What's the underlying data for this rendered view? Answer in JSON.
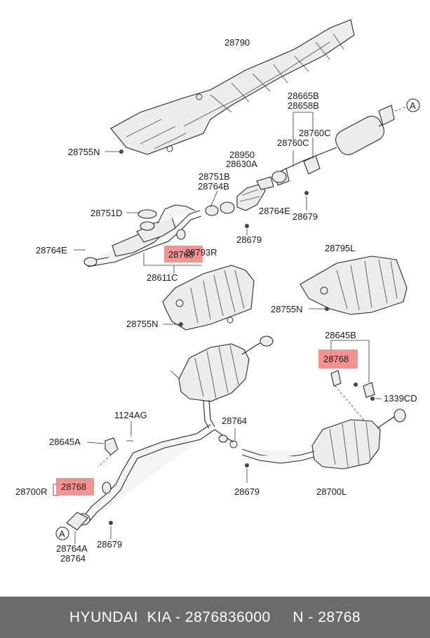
{
  "diagram": {
    "callouts": {
      "c28790": "28790",
      "c28665B": "28665B",
      "c28658B": "28658B",
      "c28760C_top": "28760C",
      "c28760C_mid": "28760C",
      "c28755N_1": "28755N",
      "c28950": "28950",
      "c28630A": "28630A",
      "c28751B": "28751B",
      "c28764B": "28764B",
      "c28751D": "28751D",
      "c28764E_1": "28764E",
      "c28679_1": "28679",
      "c28764E_2": "28764E",
      "c28679_2": "28679",
      "c28768_1": "28768",
      "c28793R": "28793R",
      "c28611C": "28611C",
      "c28795L": "28795L",
      "c28755N_2": "28755N",
      "c28755N_3": "28755N",
      "c28645B": "28645B",
      "c28768_2": "28768",
      "c1339CD": "1339CD",
      "c1124AG": "1124AG",
      "c28645A": "28645A",
      "c28764": "28764",
      "c28700R": "28700R",
      "c28768_3": "28768",
      "c28679_3": "28679",
      "c28700L": "28700L",
      "c28764A": "28764A",
      "c28764_b": "28764",
      "c28679_4": "28679"
    },
    "ref_marker": "A",
    "highlight_color": "#f08080"
  },
  "footer": {
    "text": "HYUNDAI  KIA - 2876836000     N - 28768"
  }
}
